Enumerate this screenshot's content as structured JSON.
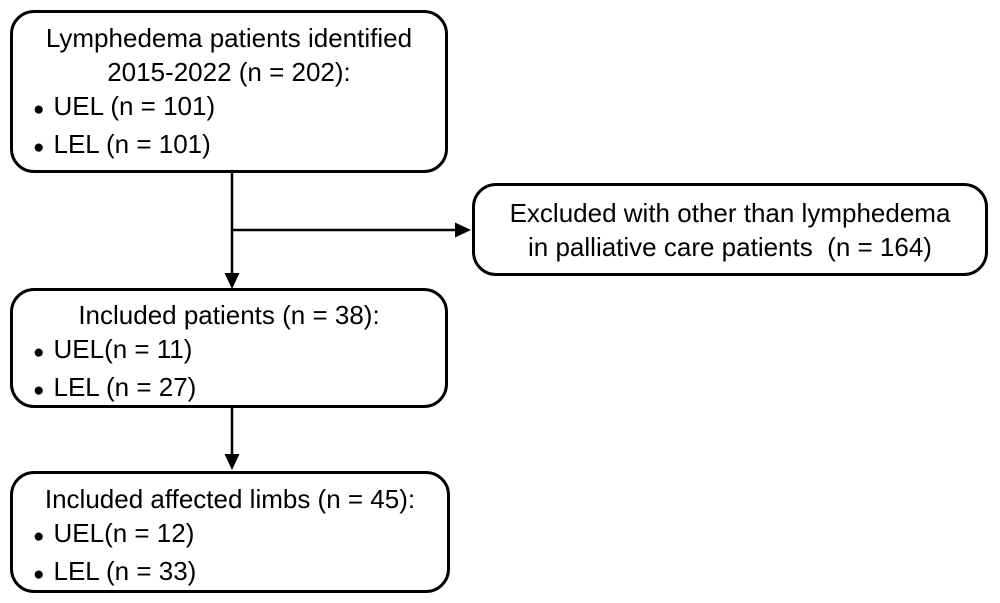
{
  "colors": {
    "stroke": "#000000",
    "text": "#000000",
    "background": "#ffffff"
  },
  "icons": {
    "bullet": "●"
  },
  "boxes": {
    "identified": {
      "heading_line1": "Lymphedema patients identified",
      "heading_line2": "2015-2022 (n = 202):",
      "bullets": [
        "UEL (n = 101)",
        "LEL (n = 101)"
      ]
    },
    "excluded": {
      "line1": "Excluded with other than lymphedema",
      "line2": "in palliative care patients  (n = 164)"
    },
    "included_patients": {
      "heading": "Included patients (n = 38):",
      "bullets": [
        "UEL(n = 11)",
        "LEL (n = 27)"
      ]
    },
    "included_limbs": {
      "heading": "Included affected limbs (n = 45):",
      "bullets": [
        "UEL(n = 12)",
        "LEL (n = 33)"
      ]
    }
  }
}
